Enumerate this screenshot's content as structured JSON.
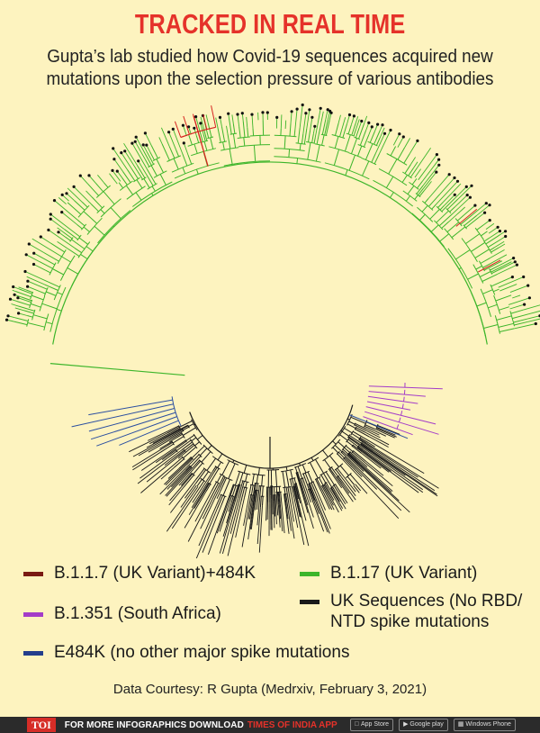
{
  "header": {
    "title": "TRACKED IN REAL TIME",
    "subtitle_line1": "Gupta’s lab studied how Covid-19 sequences acquired new",
    "subtitle_line2": "mutations upon the selection pressure of various antibodies"
  },
  "legend": {
    "items": [
      {
        "key": "b117_484k",
        "label": "B.1.1.7 (UK Variant)+484K",
        "color": "#7a1a12"
      },
      {
        "key": "b117",
        "label": "B.1.17 (UK Variant)",
        "color": "#3cb52a"
      },
      {
        "key": "b1351",
        "label": "B.1.351 (South Africa)",
        "color": "#a43cc8"
      },
      {
        "key": "uk_seq",
        "label_line1": "UK Sequences (No RBD/",
        "label_line2": "NTD spike mutations",
        "color": "#1a1a1a"
      },
      {
        "key": "e484k",
        "label": "E484K (no other major spike mutations",
        "color": "#233e8c"
      }
    ]
  },
  "tree_colors": {
    "green": "#3cb52a",
    "red": "#d5231f",
    "purple": "#a43cc8",
    "blue": "#2b4fa0",
    "black": "#1a1a1a",
    "tip": "#111111"
  },
  "courtesy": "Data Courtesy: R Gupta (Medrxiv, February 3, 2021)",
  "footer": {
    "logo": "TOI",
    "text": "FOR MORE  INFOGRAPHICS DOWNLOAD",
    "brand": "TIMES OF INDIA  APP",
    "badge_appstore": "App Store",
    "badge_google": "Google play",
    "badge_windows": "Windows Phone"
  }
}
